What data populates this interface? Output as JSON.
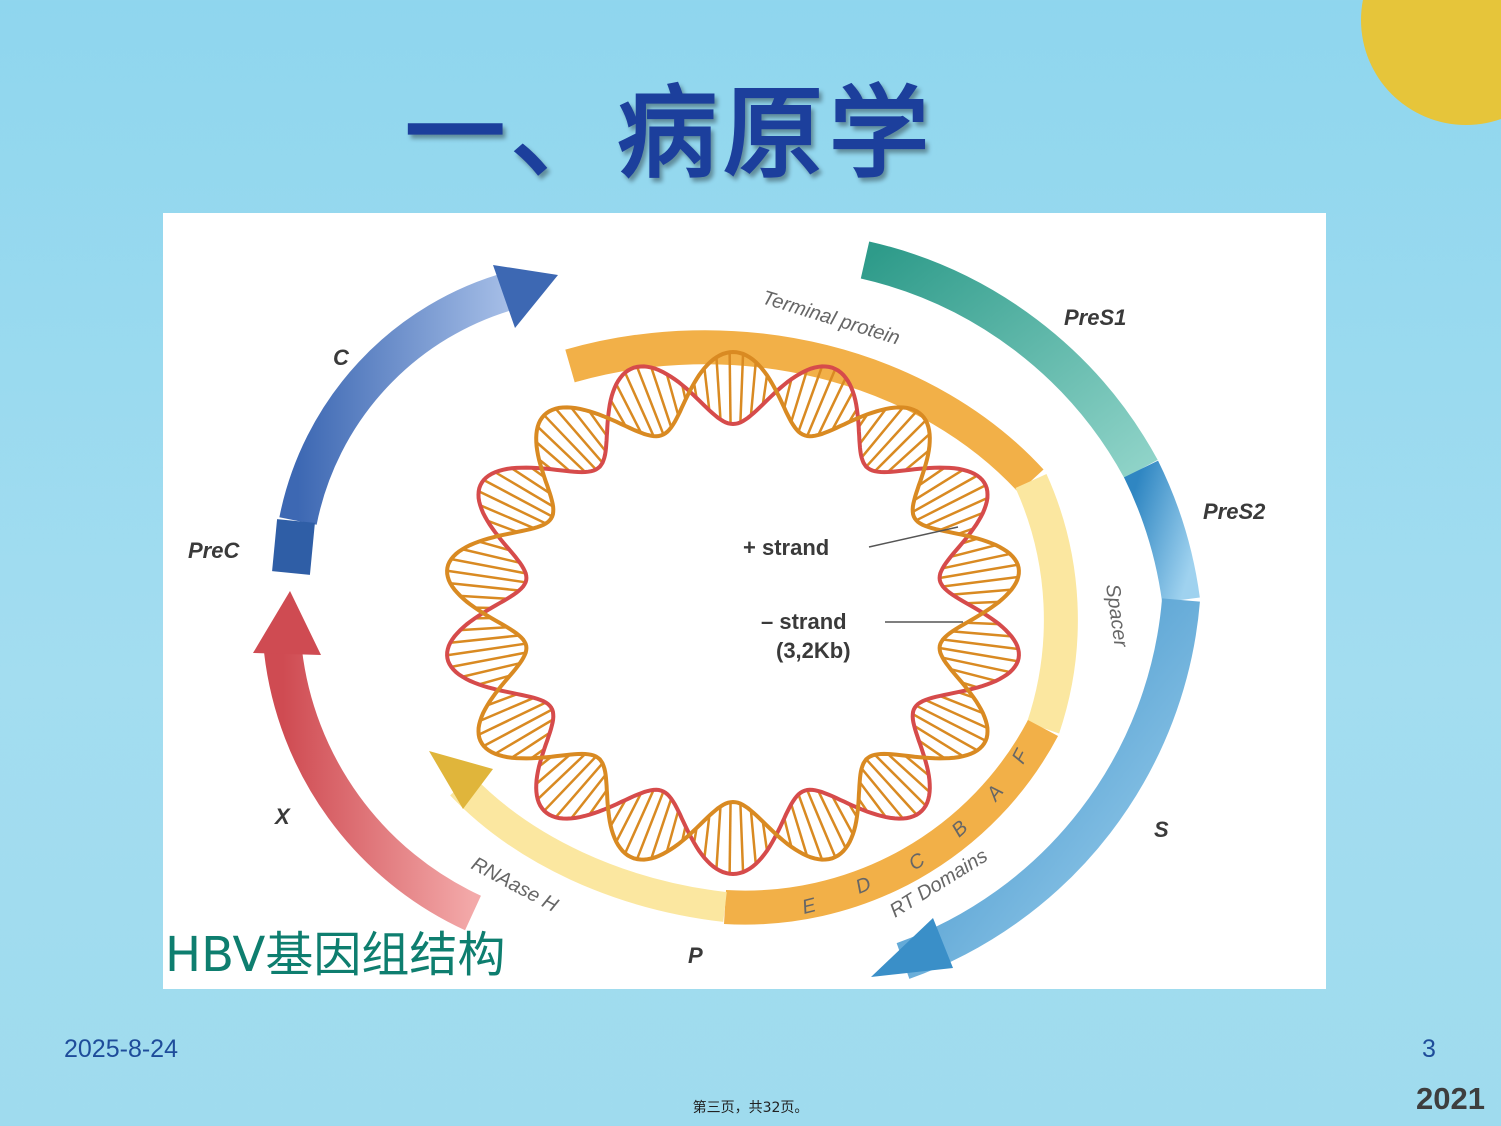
{
  "slide": {
    "title": "一、病原学",
    "caption": "HBV基因组结构",
    "date": "2025-8-24",
    "page_number": "3",
    "footer_note": "第三页，共32页。",
    "year_mark": "2021"
  },
  "diagram": {
    "genes": {
      "c": "C",
      "prec": "PreC",
      "x": "X",
      "p": "P",
      "pres1": "PreS1",
      "pres2": "PreS2",
      "s": "S"
    },
    "polymerase": {
      "terminal_protein": "Terminal protein",
      "spacer": "Spacer",
      "rnaase_h": "RNAase H",
      "rt_domains": "RT Domains",
      "domain_letters": [
        "E",
        "D",
        "C",
        "B",
        "A",
        "F"
      ]
    },
    "strands": {
      "plus": "+ strand",
      "minus": "– strand",
      "minus_size": "(3,2Kb)"
    },
    "colors": {
      "pres1": "#3aa596",
      "s_gene": "#4aa6d6",
      "c_gene": "#5b86c9",
      "x_gene": "#e06a6e",
      "polymerase_orange": "#f2b048",
      "polymerase_yellow": "#fbe7a0",
      "dna_red": "#d64b4b",
      "dna_orange": "#d98a22"
    }
  }
}
